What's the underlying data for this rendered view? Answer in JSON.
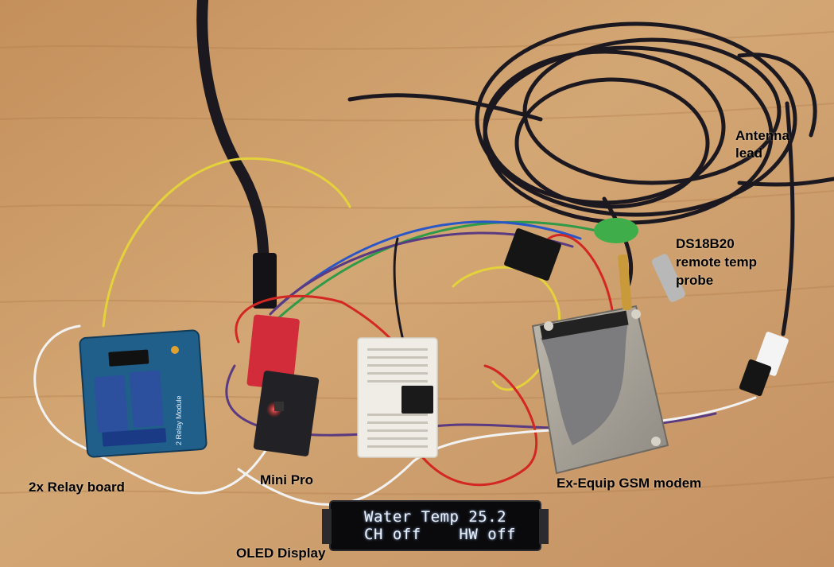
{
  "labels": {
    "antenna_line1": "Antenna",
    "antenna_line2": "lead",
    "probe_line1": "DS18B20",
    "probe_line2": "remote temp",
    "probe_line3": "probe",
    "relay": "2x Relay board",
    "mini_pro": "Mini Pro",
    "gsm": "Ex-Equip GSM modem",
    "oled": "OLED Display"
  },
  "oled_screen": {
    "line1": "Water Temp 25.2",
    "line2": "CH off    HW off"
  },
  "relay_module_text": "2 Relay Module",
  "colors": {
    "wood": "#c99a66",
    "cable": "#1b1820",
    "relay_pcb": "#1f5f8a",
    "relay_block": "#2c4f9e",
    "sparkfun_red": "#d22b3a",
    "arduino_board": "#222226",
    "breadboard": "#efede6",
    "modem_metal": "#a8a39a",
    "ribbon": "#7c7b7e",
    "oled_bg": "#0a0a0c",
    "oled_text": "#eaf3ff",
    "probe_green": "#3fae4a",
    "wire_yellow": "#e4d23a",
    "wire_red": "#d32724",
    "wire_white": "#f2f2f2",
    "wire_purple": "#5a3a80",
    "wire_green": "#2f9a48",
    "wire_blue": "#2a56c8"
  }
}
